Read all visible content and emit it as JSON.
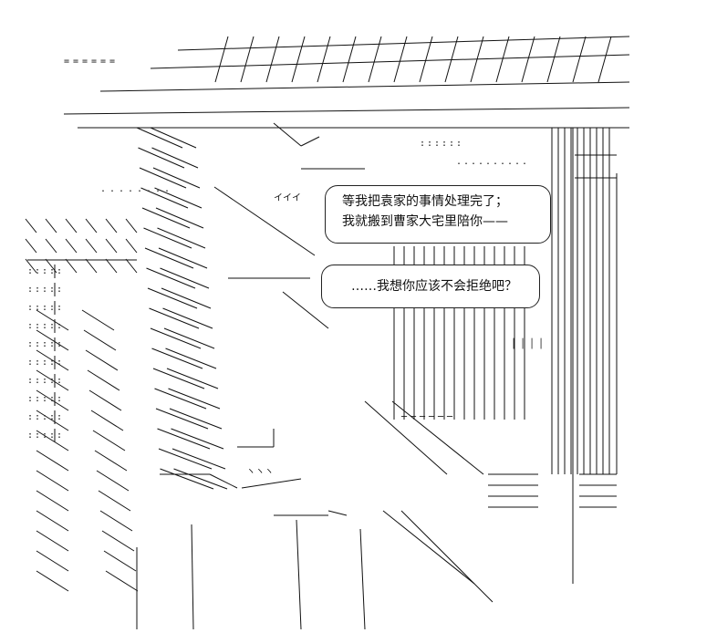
{
  "dialogue": [
    {
      "lines": [
        "等我把袁家的事情处理完了；",
        "我就搬到曹家大宅里陪你——"
      ]
    },
    {
      "lines": [
        "……我想你应该不会拒绝吧？"
      ]
    }
  ],
  "artwork": {
    "style": "ascii-art",
    "ink_color": "#111111",
    "background_color": "#ffffff"
  }
}
